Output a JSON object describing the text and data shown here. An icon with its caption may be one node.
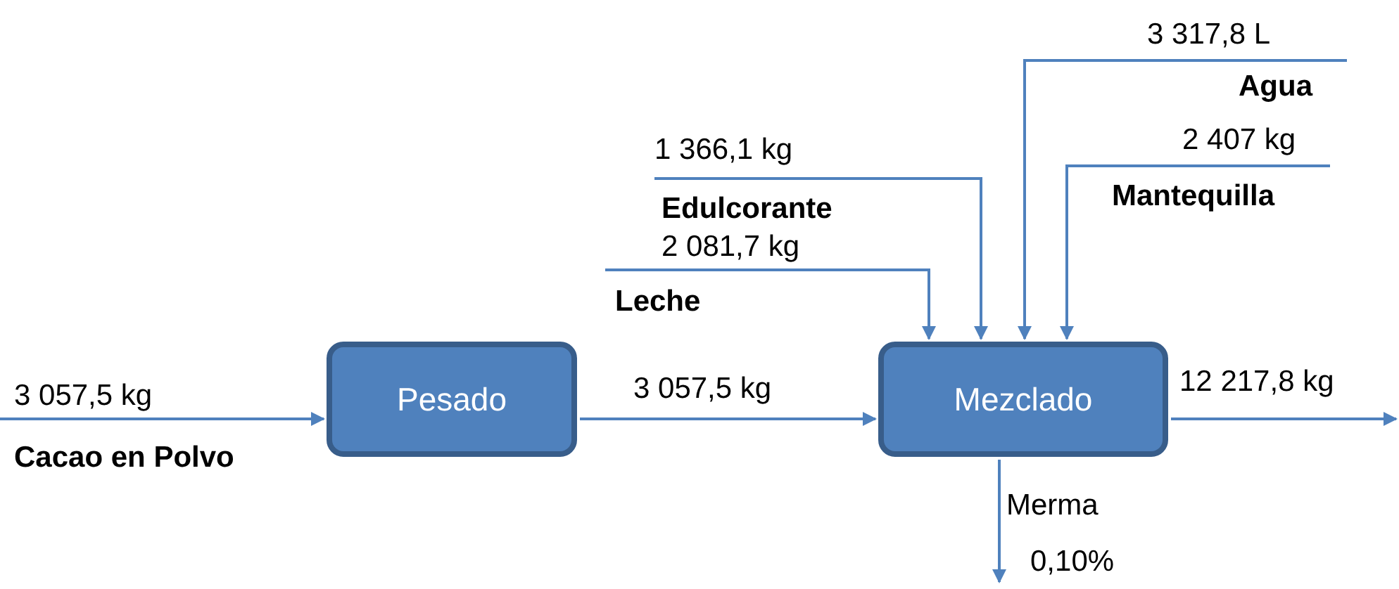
{
  "diagram": {
    "nodes": [
      {
        "text": [
          "Pesado"
        ]
      },
      {
        "text": [
          "Mezclado"
        ]
      }
    ],
    "edges": [
      {
        "from": null,
        "to": 0,
        "arrow": "to",
        "label": "3 057,5 kg"
      },
      {
        "from": 0,
        "to": 1,
        "arrow": "to",
        "label": "3 057,5 kg"
      },
      {
        "from": null,
        "to": 1,
        "arrow": "to",
        "label": "2 081,7 kg"
      },
      {
        "from": null,
        "to": 1,
        "arrow": "to",
        "label": "1 366,1 kg"
      },
      {
        "from": null,
        "to": 1,
        "arrow": "to",
        "label": "3 317,8 L"
      },
      {
        "from": null,
        "to": 1,
        "arrow": "to",
        "label": "2 407 kg"
      },
      {
        "from": 1,
        "to": null,
        "arrow": "to",
        "label": "12 217,8 kg"
      },
      {
        "from": 1,
        "to": null,
        "arrow": "to",
        "label": "Merma"
      }
    ],
    "labels": [
      "Agua",
      "Mantequilla",
      "Edulcorante",
      "Leche",
      "Cacao en Polvo",
      "0,10%"
    ]
  }
}
